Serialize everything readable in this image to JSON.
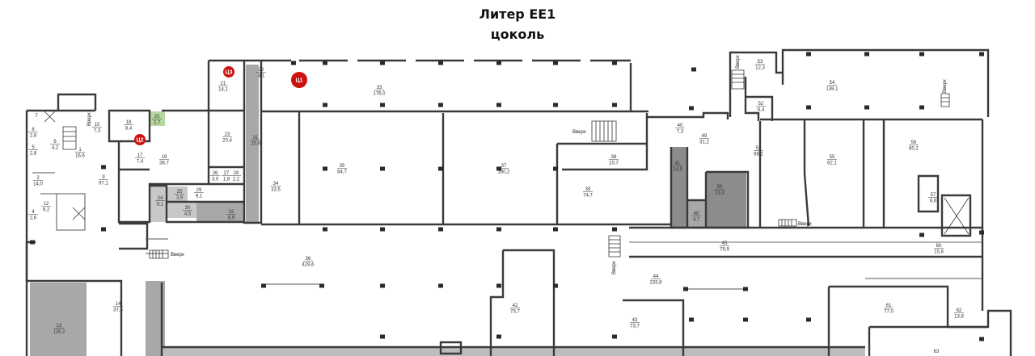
{
  "header": {
    "title": "Литер ЕЕ1",
    "subtitle": "цоколь"
  },
  "colors": {
    "wall": "#3a3a3a",
    "shade_dark": "#8c8c8c",
    "shade_mid": "#a8a8a8",
    "shade_light": "#c8c8c8",
    "marker": "#cc1111",
    "green": "#b7d7a0"
  },
  "markers": [
    {
      "id": "m-c3",
      "label": "Ц3"
    },
    {
      "id": "m-c1",
      "label": "Ц1"
    },
    {
      "id": "m-c2",
      "label": "Ц2"
    }
  ],
  "stairs_label": "Вверх",
  "rooms": [
    {
      "num": "7",
      "area": ""
    },
    {
      "num": "8",
      "area": "2,8"
    },
    {
      "num": "5",
      "area": "2,8"
    },
    {
      "num": "6",
      "area": "4,2"
    },
    {
      "num": "4",
      "area": "2,6"
    },
    {
      "num": "2",
      "area": "14,0"
    },
    {
      "num": "12",
      "area": "9,2"
    },
    {
      "num": "10",
      "area": "7,3"
    },
    {
      "num": "1",
      "area": "16,6"
    },
    {
      "num": "9",
      "area": "97,1"
    },
    {
      "num": "18",
      "area": "8,4"
    },
    {
      "num": "20",
      "area": "2,7"
    },
    {
      "num": "17",
      "area": "7,4"
    },
    {
      "num": "19",
      "area": "38,7"
    },
    {
      "num": "21",
      "area": "14,1"
    },
    {
      "num": "22",
      "area": "4,1"
    },
    {
      "num": "23",
      "area": "20,4"
    },
    {
      "num": "31",
      "area": "25,9"
    },
    {
      "num": "33",
      "area": "176,0"
    },
    {
      "num": "26",
      "area": "3,0"
    },
    {
      "num": "27",
      "area": "1,8"
    },
    {
      "num": "28",
      "area": "2,2"
    },
    {
      "num": "24",
      "area": "6,1"
    },
    {
      "num": "25",
      "area": "3,9"
    },
    {
      "num": "29",
      "area": "9,1"
    },
    {
      "num": "30",
      "area": "4,5"
    },
    {
      "num": "32",
      "area": "8,9"
    },
    {
      "num": "34",
      "area": "33,5"
    },
    {
      "num": "35",
      "area": "84,7"
    },
    {
      "num": "37",
      "area": "160,2"
    },
    {
      "num": "38",
      "area": "10,7"
    },
    {
      "num": "39",
      "area": "74,7"
    },
    {
      "num": "40",
      "area": "7,3"
    },
    {
      "num": "41",
      "area": "14,9"
    },
    {
      "num": "49",
      "area": "31,2"
    },
    {
      "num": "50",
      "area": "23,3"
    },
    {
      "num": "48",
      "area": "4,7"
    },
    {
      "num": "53",
      "area": "12,3"
    },
    {
      "num": "52",
      "area": "6,4"
    },
    {
      "num": "54",
      "area": "138,1"
    },
    {
      "num": "51",
      "area": "66,2"
    },
    {
      "num": "55",
      "area": "62,1"
    },
    {
      "num": "56",
      "area": "80,2"
    },
    {
      "num": "57",
      "area": "6,6"
    },
    {
      "num": "45",
      "area": "79,9"
    },
    {
      "num": "60",
      "area": "15,8"
    },
    {
      "num": "36",
      "area": "429,6"
    },
    {
      "num": "44",
      "area": "233,8"
    },
    {
      "num": "42",
      "area": "73,7"
    },
    {
      "num": "43",
      "area": "73,7"
    },
    {
      "num": "61",
      "area": "77,0"
    },
    {
      "num": "62",
      "area": "13,8"
    },
    {
      "num": "14",
      "area": "37,5"
    },
    {
      "num": "13",
      "area": "116,2"
    },
    {
      "num": "63",
      "area": ""
    }
  ]
}
